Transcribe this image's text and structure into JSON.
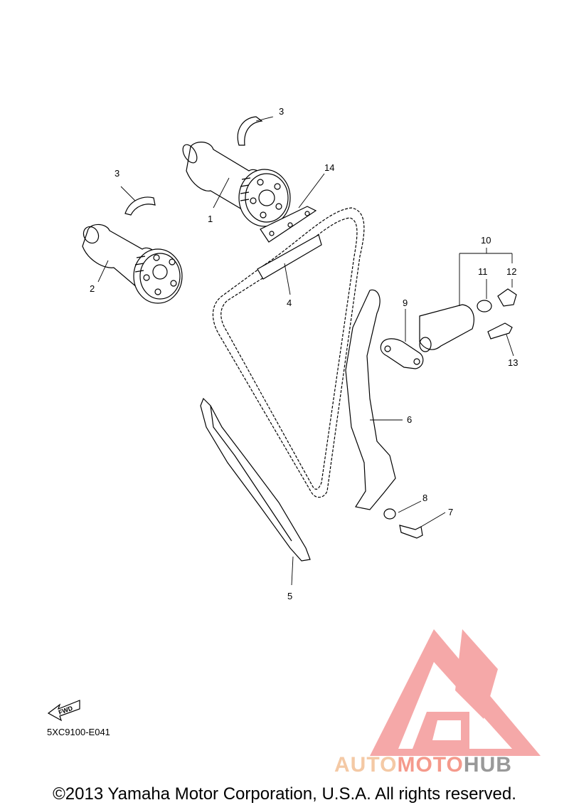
{
  "callouts": {
    "c1": "1",
    "c2": "2",
    "c3a": "3",
    "c3b": "3",
    "c4": "4",
    "c5": "5",
    "c6": "6",
    "c7": "7",
    "c8": "8",
    "c9": "9",
    "c10": "10",
    "c11": "11",
    "c12": "12",
    "c13": "13",
    "c14": "14"
  },
  "fwd_label": "FWD",
  "diagram_code": "5XC9100-E041",
  "watermark": {
    "part1": "AUTO",
    "part2": "MOTO",
    "part3": "HUB"
  },
  "copyright": "©2013 Yamaha Motor Corporation, U.S.A. All rights reserved.",
  "colors": {
    "line": "#000000",
    "watermark_red": "#f28b8b",
    "watermark_orange": "#f4c9a5",
    "watermark_gray": "#999999"
  }
}
